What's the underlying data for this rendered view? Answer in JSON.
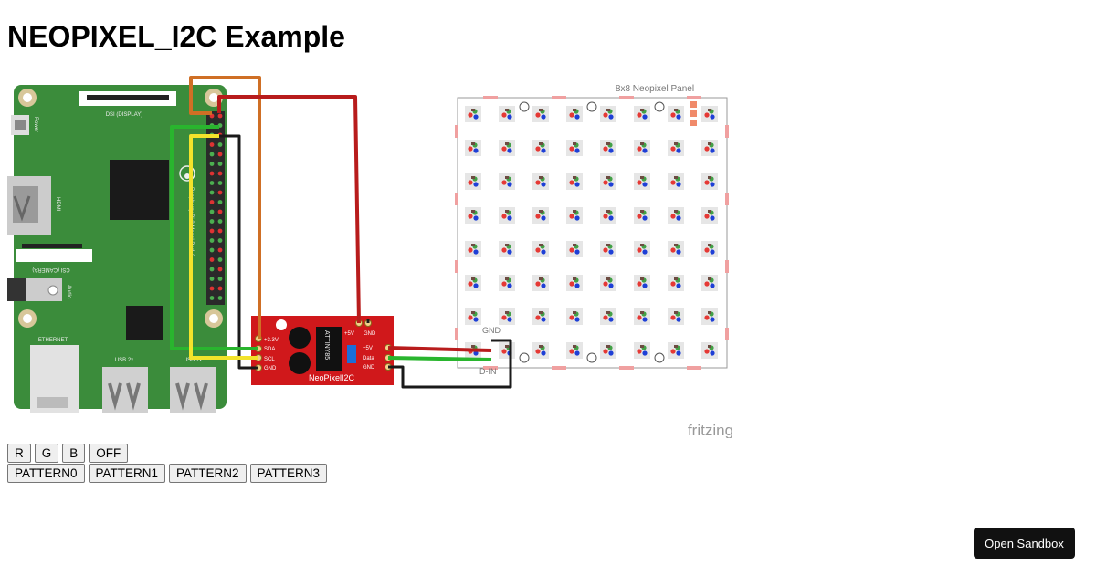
{
  "page": {
    "title": "NEOPIXEL_I2C Example"
  },
  "diagram": {
    "rpi": {
      "dsi_label": "DSI (DISPLAY)",
      "csi_label": "CSI (CAMERA)",
      "power_label": "Power",
      "hdmi_label": "HDMI",
      "audio_label": "Audio",
      "ethernet_label": "ETHERNET",
      "usb_left_label": "USB 2x",
      "usb_right_label": "USB 2x",
      "model_label": "Raspberry Pi 3 Model B v1.2"
    },
    "board": {
      "name": "NeoPixelI2C",
      "chip": "ATTINY85",
      "left_pins": [
        "+3.3V",
        "SDA",
        "SCL",
        "GND"
      ],
      "top_pins": [
        "+5V",
        "GND"
      ],
      "right_pins": [
        "+5V",
        "Data",
        "GND"
      ]
    },
    "panel": {
      "title": "8x8 Neopixel Panel",
      "gnd_label": "GND",
      "din_label": "D-IN"
    },
    "watermark": "fritzing",
    "colors": {
      "board_green": "#3b8c3b",
      "board_red": "#d0181b",
      "wire_red": "#b81c1c",
      "wire_orange": "#cf6f25",
      "wire_green": "#29b52e",
      "wire_yellow": "#f3e32b",
      "wire_black": "#1a1a1a"
    }
  },
  "controls": {
    "color_buttons": [
      "R",
      "G",
      "B",
      "OFF"
    ],
    "pattern_buttons": [
      "PATTERN0",
      "PATTERN1",
      "PATTERN2",
      "PATTERN3"
    ]
  },
  "sandbox": {
    "label": "Open Sandbox"
  }
}
